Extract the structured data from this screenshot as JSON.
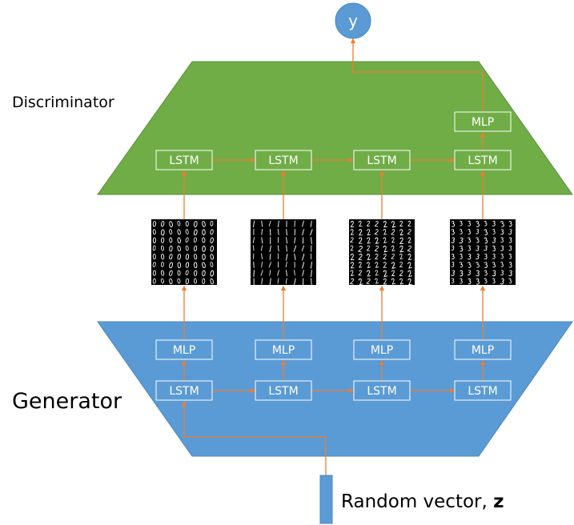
{
  "output_node": {
    "label": "y"
  },
  "discriminator": {
    "title": "Discriminator",
    "color": "#70ad47",
    "lstm_labels": [
      "LSTM",
      "LSTM",
      "LSTM",
      "LSTM"
    ],
    "mlp_label": "MLP"
  },
  "generator": {
    "title": "Generator",
    "color": "#5b9bd5",
    "lstm_labels": [
      "LSTM",
      "LSTM",
      "LSTM",
      "LSTM"
    ],
    "mlp_labels": [
      "MLP",
      "MLP",
      "MLP",
      "MLP"
    ]
  },
  "digit_grids": [
    {
      "digit": "0"
    },
    {
      "digit": "1"
    },
    {
      "digit": "2"
    },
    {
      "digit": "3"
    }
  ],
  "input": {
    "text": "Random vector, ",
    "symbol": "z"
  },
  "colors": {
    "arrow": "#ed7d31",
    "box_border": "#ffffff",
    "text": "#000000"
  }
}
